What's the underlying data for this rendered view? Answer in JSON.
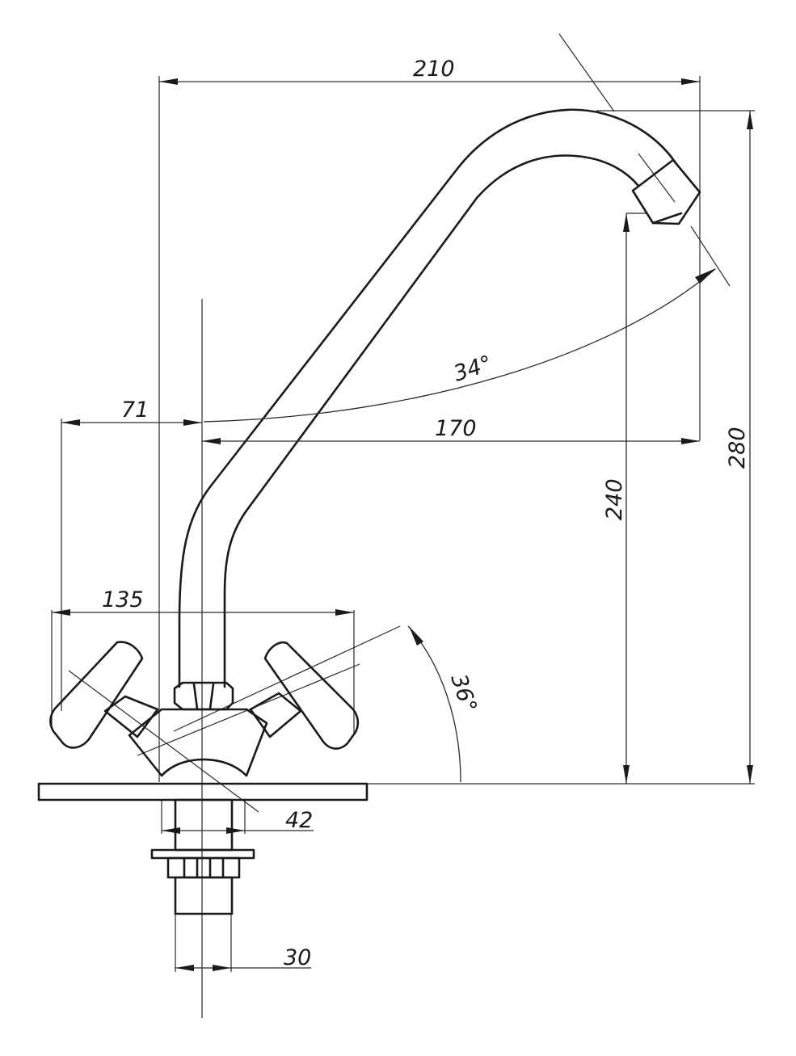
{
  "dimensions": {
    "overall_reach": "210",
    "spout_projection": "170",
    "offset_left": "71",
    "handle_span": "135",
    "base_diameter": "42",
    "shank_diameter": "30",
    "outlet_height": "240",
    "total_height": "280",
    "spout_swivel_angle": "34°",
    "handle_angle": "36°"
  },
  "colors": {
    "line": "#1a1a1a",
    "background": "#ffffff"
  }
}
